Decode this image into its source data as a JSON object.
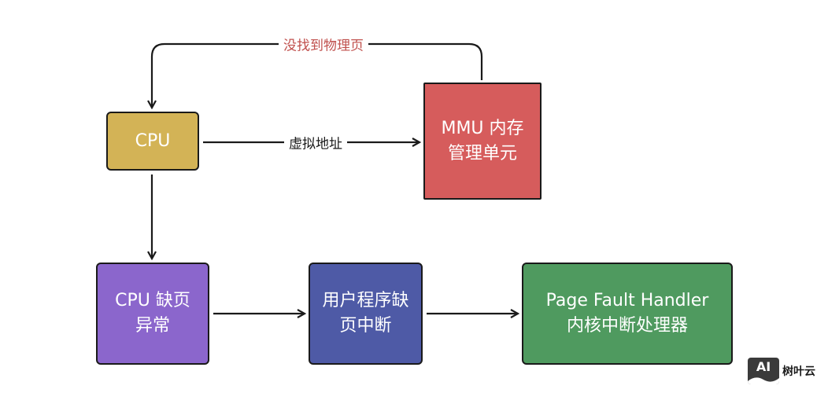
{
  "nodes": {
    "cpu": {
      "lines": [
        "CPU"
      ],
      "color": "#d3b356"
    },
    "mmu": {
      "lines": [
        "MMU 内存",
        "管理单元"
      ],
      "color": "#d65c5c"
    },
    "page_fault_exception": {
      "lines": [
        "CPU 缺页",
        "异常"
      ],
      "color": "#8b66cc"
    },
    "user_interrupt": {
      "lines": [
        "用户程序缺",
        "页中断"
      ],
      "color": "#4e5aa6"
    },
    "page_fault_handler": {
      "lines": [
        "Page Fault Handler",
        "内核中断处理器"
      ],
      "color": "#4f9a5f"
    }
  },
  "edges": {
    "virtual_address": {
      "label": "虚拟地址",
      "color": "#1a1a1a"
    },
    "not_found": {
      "label": "没找到物理页",
      "color": "#c0504d"
    }
  },
  "watermark": {
    "logo_text": "AI",
    "text": "树叶云"
  }
}
